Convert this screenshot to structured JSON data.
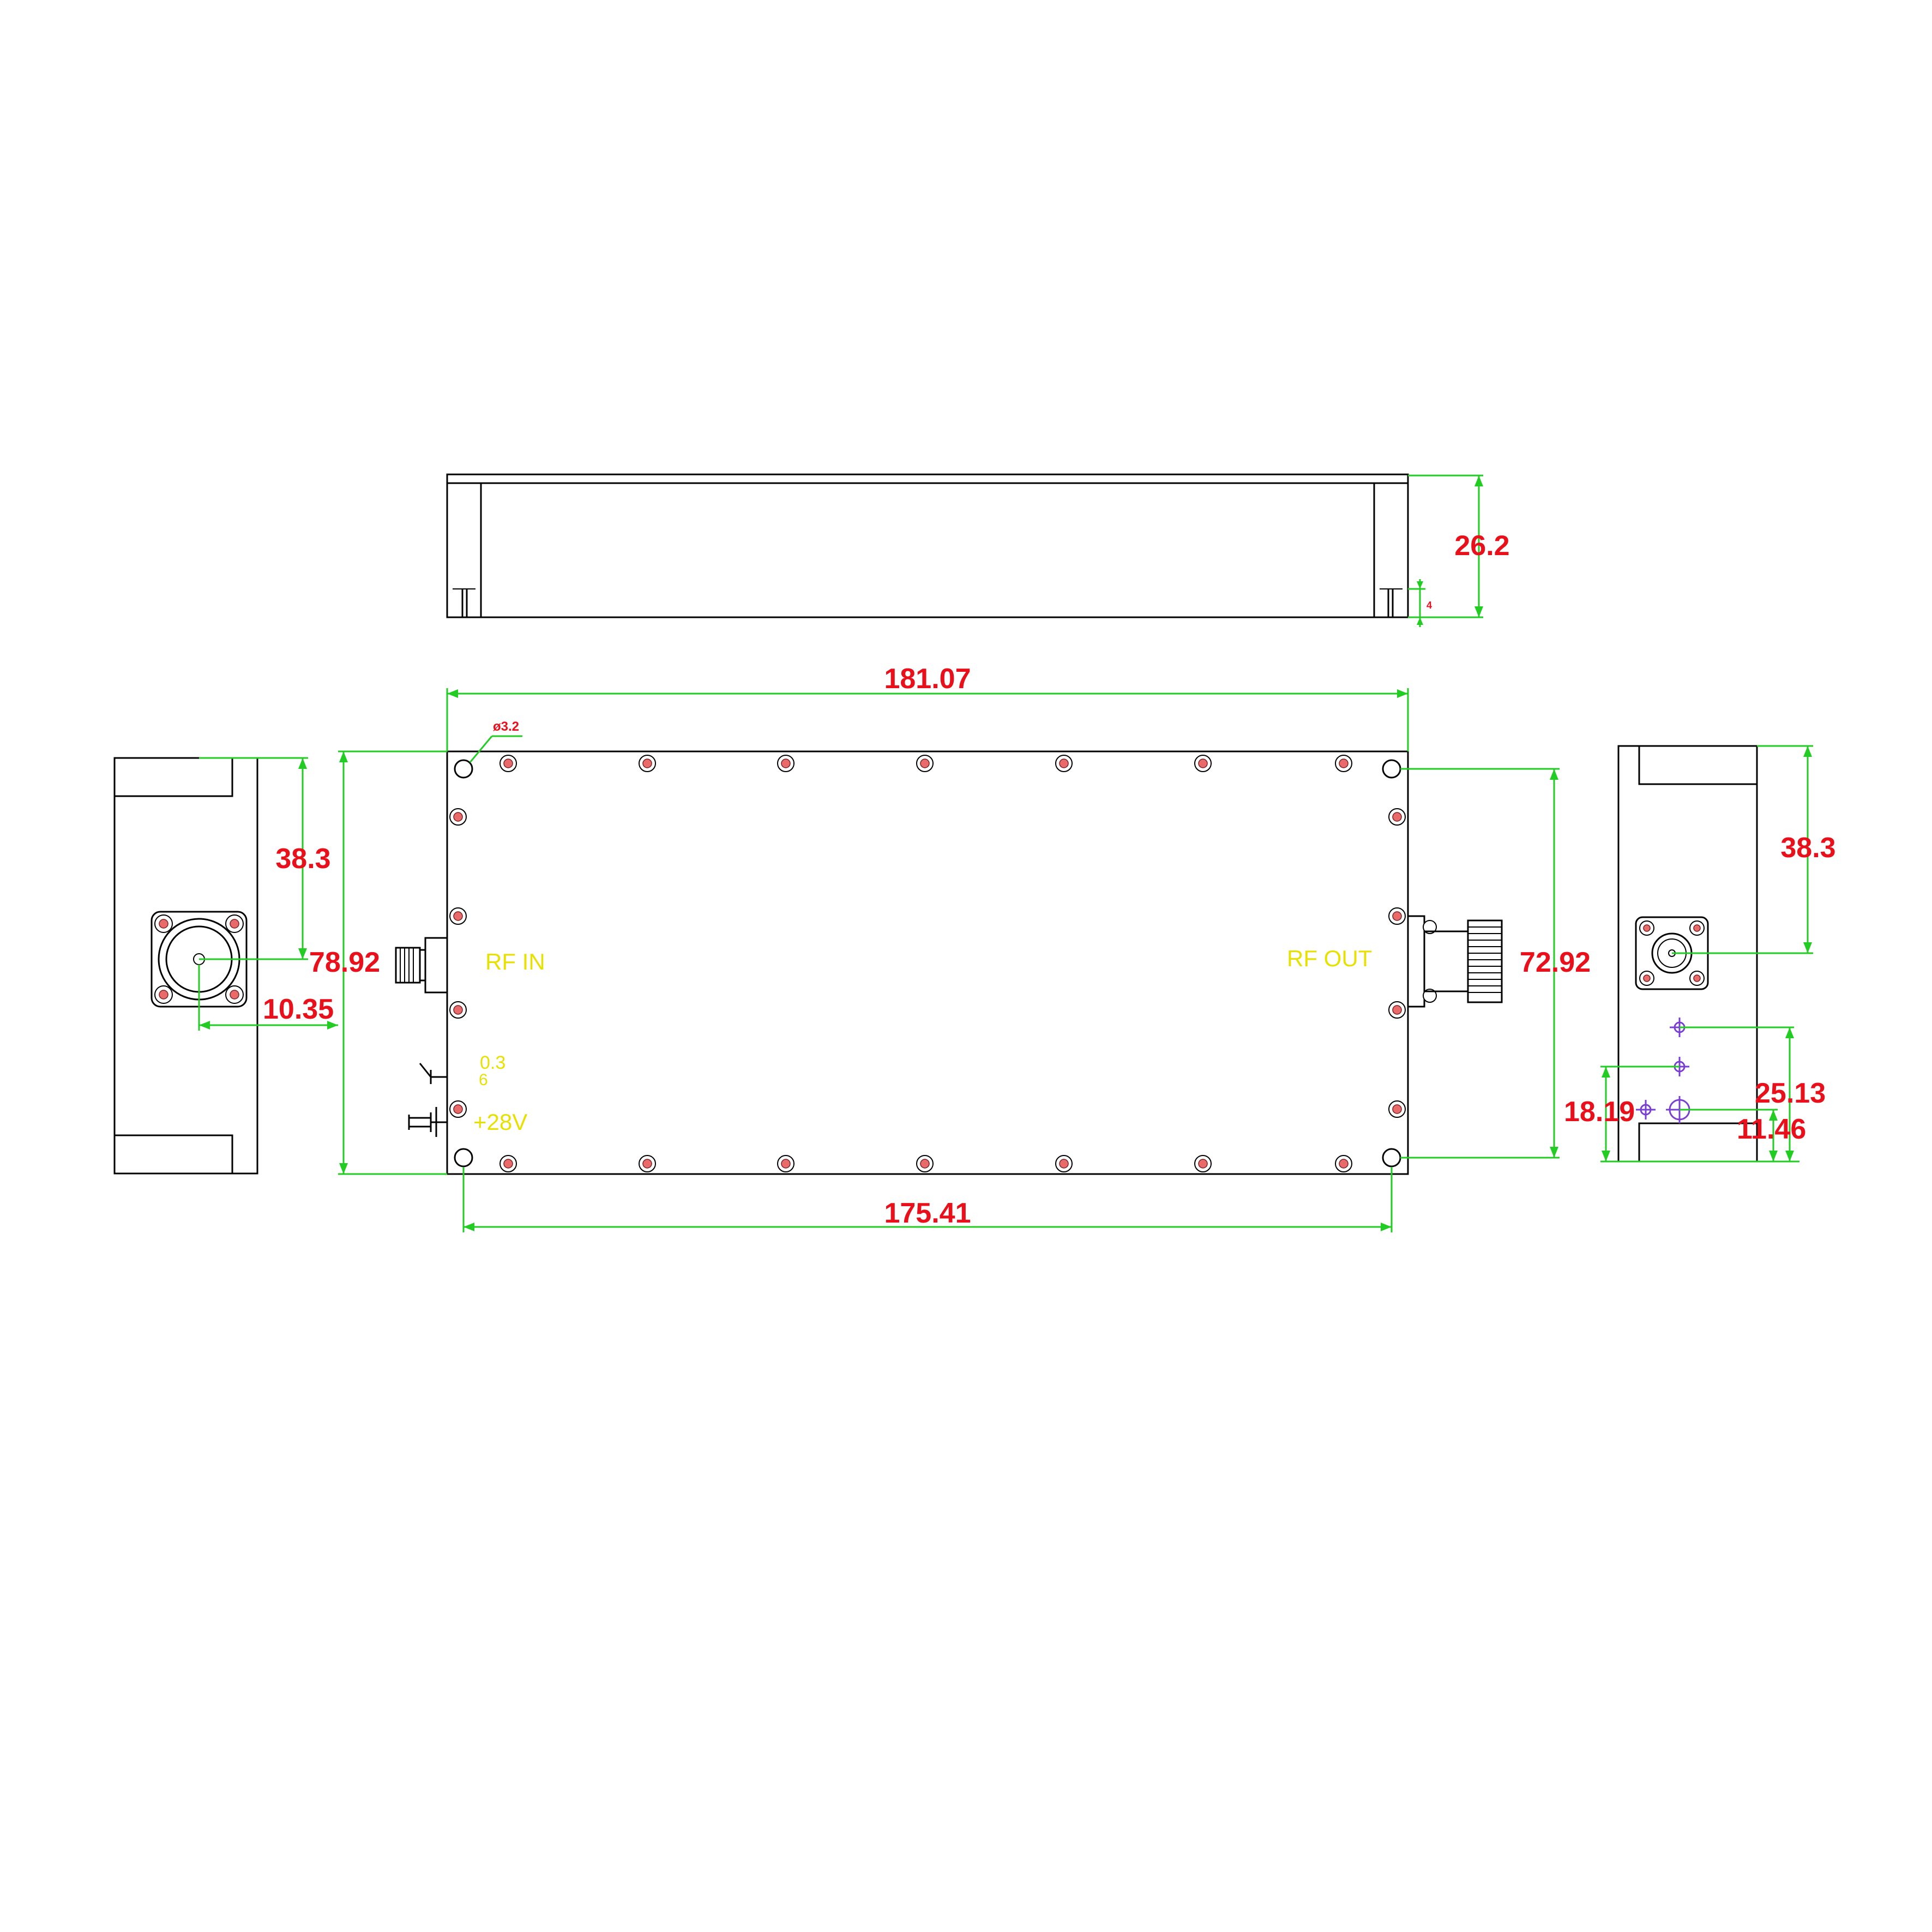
{
  "dimensions": {
    "top_height": "26.2",
    "top_step": "4",
    "overall_length": "181.07",
    "hole_pitch_length": "175.41",
    "overall_width": "78.92",
    "hole_pitch_width": "72.92",
    "left_connector_height": "38.3",
    "left_connector_offset": "10.35",
    "right_connector_height": "38.3",
    "right_hole_a": "25.13",
    "right_hole_b": "18.19",
    "right_hole_c": "11.46",
    "hole_diameter": "ø3.2"
  },
  "labels": {
    "rf_in": "RF IN",
    "rf_out": "RF OUT",
    "supply": "+28V",
    "small_a": "0.3",
    "small_b": "6"
  },
  "colors": {
    "dimension_line": "#22cc22",
    "dimension_text": "#e8101a",
    "port_label": "#e8e000",
    "outline": "#000000"
  }
}
